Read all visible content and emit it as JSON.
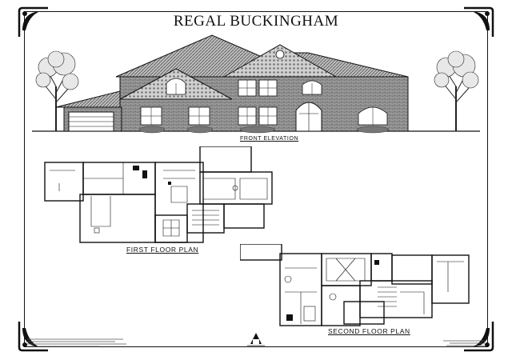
{
  "sheet": {
    "title": "REGAL BUCKINGHAM",
    "front_caption": "FRONT ELEVATION",
    "first_caption": "FIRST FLOOR PLAN",
    "second_caption": "SECOND FLOOR PLAN"
  },
  "colors": {
    "ink": "#111111",
    "brick": "#8a8a8a",
    "roof": "#6e6e6e",
    "paper": "#ffffff"
  }
}
